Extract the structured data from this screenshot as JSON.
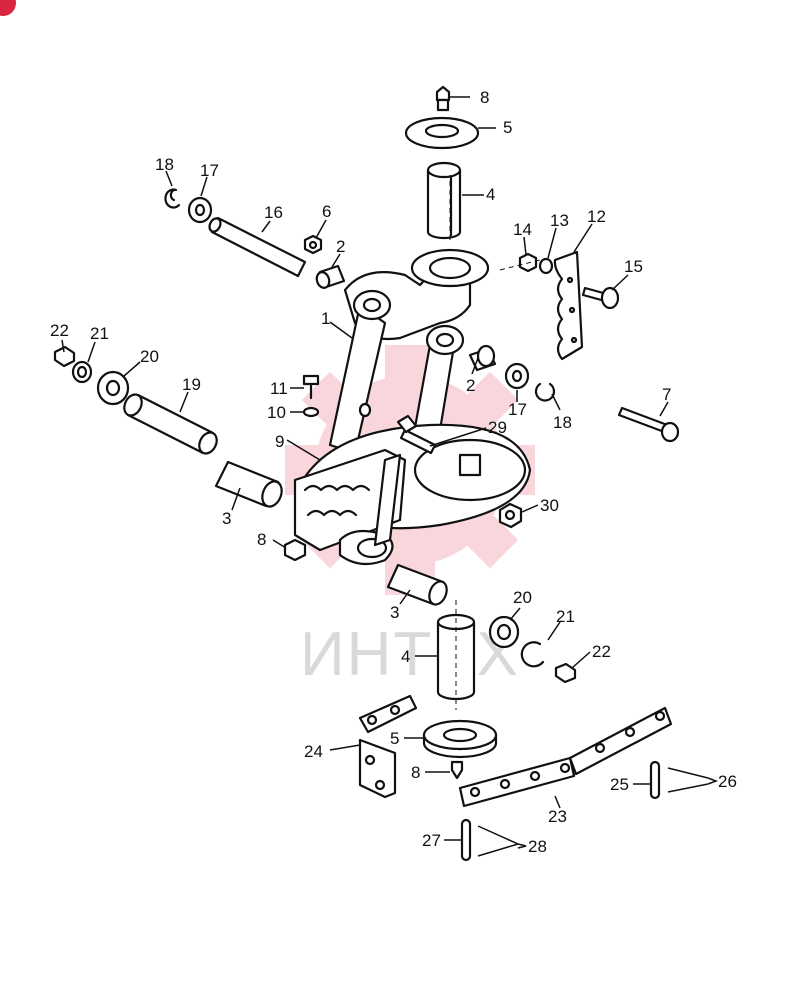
{
  "diagram": {
    "watermark": "ИНТЕХ",
    "colors": {
      "ink": "#111111",
      "watermark_gear": "#f4b6bf",
      "watermark_text": "#d9d9d9",
      "badge": "#d7263d"
    },
    "callouts": [
      {
        "num": "8"
      },
      {
        "num": "5"
      },
      {
        "num": "4"
      },
      {
        "num": "18"
      },
      {
        "num": "17"
      },
      {
        "num": "16"
      },
      {
        "num": "6"
      },
      {
        "num": "2"
      },
      {
        "num": "14"
      },
      {
        "num": "13"
      },
      {
        "num": "12"
      },
      {
        "num": "15"
      },
      {
        "num": "1"
      },
      {
        "num": "22"
      },
      {
        "num": "21"
      },
      {
        "num": "20"
      },
      {
        "num": "19"
      },
      {
        "num": "2"
      },
      {
        "num": "17"
      },
      {
        "num": "18"
      },
      {
        "num": "7"
      },
      {
        "num": "11"
      },
      {
        "num": "10"
      },
      {
        "num": "29"
      },
      {
        "num": "9"
      },
      {
        "num": "3"
      },
      {
        "num": "30"
      },
      {
        "num": "8"
      },
      {
        "num": "3"
      },
      {
        "num": "20"
      },
      {
        "num": "21"
      },
      {
        "num": "4"
      },
      {
        "num": "22"
      },
      {
        "num": "24"
      },
      {
        "num": "5"
      },
      {
        "num": "8"
      },
      {
        "num": "25"
      },
      {
        "num": "26"
      },
      {
        "num": "23"
      },
      {
        "num": "27"
      },
      {
        "num": "28"
      }
    ]
  }
}
